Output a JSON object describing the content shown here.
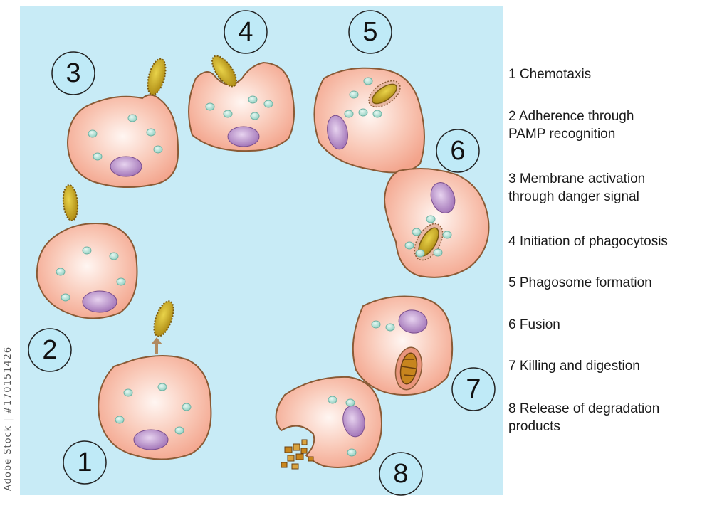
{
  "badges": [
    "1",
    "2",
    "3",
    "4",
    "5",
    "6",
    "7",
    "8"
  ],
  "legend": [
    "1 Chemotaxis",
    "2 Adherence through\nPAMP recognition",
    "3 Membrane activation\nthrough danger signal",
    "4 Initiation of phagocytosis",
    "5 Phagosome formation",
    "6 Fusion",
    "7 Killing and digestion",
    "8 Release of degradation\nproducts"
  ],
  "watermark": "Adobe Stock | #170151426",
  "colors": {
    "background": "#c8ebf6",
    "cell_fill": "#f7b7a4",
    "cell_edge": "#8a5a35",
    "nucleus": "#b48ac6",
    "granule": "#a8dccf",
    "bacterium": "#c9a61a",
    "badge": "#bfeaf7"
  }
}
